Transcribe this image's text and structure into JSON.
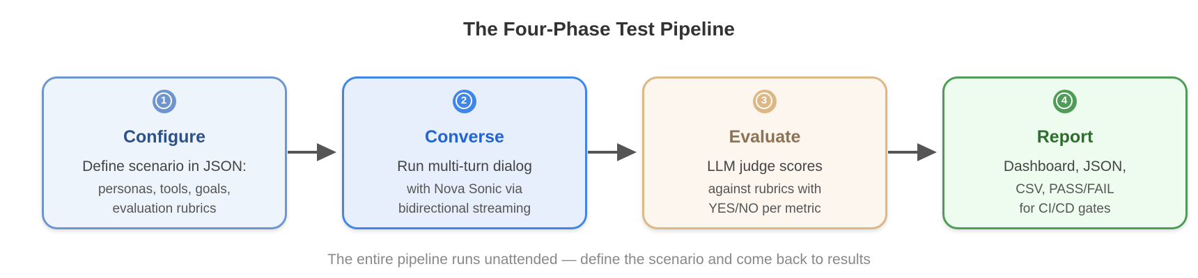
{
  "title": "The Four-Phase Test Pipeline",
  "footer": "The entire pipeline runs unattended — define the scenario and come back to results",
  "colors": {
    "configure": {
      "border": "#6f95cf",
      "bg": "#eef4fc",
      "text": "#2e5188",
      "badge": "#6f95cf"
    },
    "converse": {
      "border": "#3f86e8",
      "bg": "#e6effb",
      "text": "#2364d2",
      "badge": "#3f86e8"
    },
    "evaluate": {
      "border": "#dcb884",
      "bg": "#fdf6ee",
      "text": "#8c7356",
      "badge": "#dcb884"
    },
    "report": {
      "border": "#4f9c57",
      "bg": "#eefcef",
      "text": "#2e6e2c",
      "badge": "#4f9c57"
    },
    "arrow": "#555555"
  },
  "phases": [
    {
      "number": "1",
      "name": "Configure",
      "line1": "Define scenario in JSON:",
      "line2": "personas, tools, goals,",
      "line3": "evaluation rubrics"
    },
    {
      "number": "2",
      "name": "Converse",
      "line1": "Run multi-turn dialog",
      "line2": "with Nova Sonic via",
      "line3": "bidirectional streaming"
    },
    {
      "number": "3",
      "name": "Evaluate",
      "line1": "LLM judge scores",
      "line2": "against rubrics with",
      "line3": "YES/NO per metric"
    },
    {
      "number": "4",
      "name": "Report",
      "line1": "Dashboard, JSON,",
      "line2": "CSV, PASS/FAIL",
      "line3": "for CI/CD gates"
    }
  ]
}
